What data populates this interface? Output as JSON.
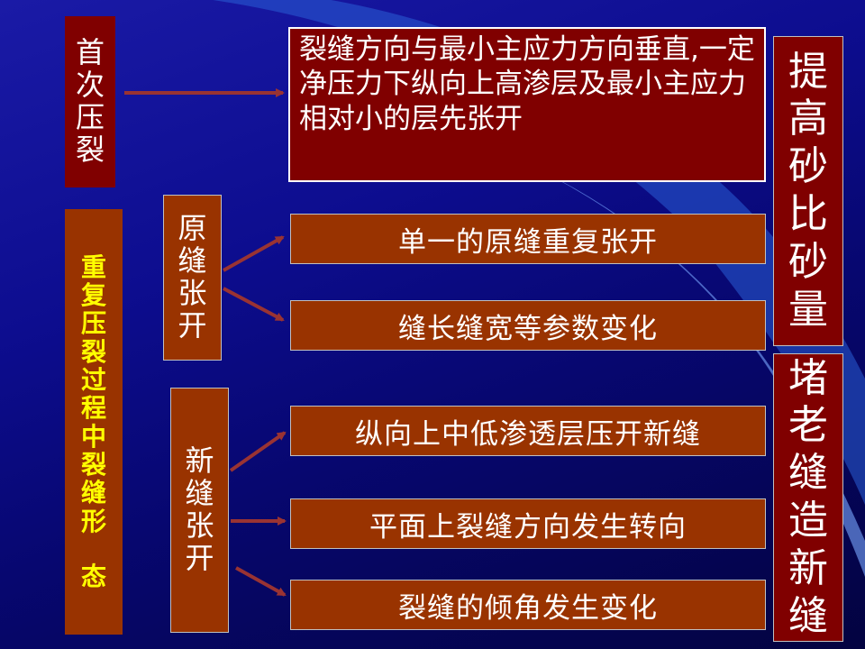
{
  "colors": {
    "background": "#0d0d8f",
    "maroon": "#800000",
    "rust": "#993300",
    "highlight_text": "#ffff00",
    "arrow": "#993333"
  },
  "first_compress": {
    "chars": [
      "首",
      "次",
      "压",
      "裂"
    ]
  },
  "description": "裂缝方向与最小主应力方向垂直,一定净压力下纵向上高渗层及最小主应力相对小的层先张开",
  "repeat_label": {
    "chars": [
      "重",
      "复",
      "压",
      "裂",
      "过",
      "程",
      "中",
      "裂",
      "缝",
      "形",
      "",
      "态"
    ]
  },
  "original_label": {
    "chars": [
      "原",
      "缝",
      "张",
      "开"
    ]
  },
  "new_label": {
    "chars": [
      "新",
      "缝",
      "张",
      "开"
    ]
  },
  "original_items": [
    "单一的原缝重复张开",
    "缝长缝宽等参数变化"
  ],
  "new_items": [
    "纵向上中低渗透层压开新缝",
    "平面上裂缝方向发生转向",
    "裂缝的倾角发生变化"
  ],
  "right_top": {
    "chars": [
      "提",
      "高",
      "砂",
      "比",
      "砂",
      "量"
    ]
  },
  "right_bottom": {
    "chars": [
      "堵",
      "老",
      "缝",
      "造",
      "新",
      "缝"
    ]
  }
}
